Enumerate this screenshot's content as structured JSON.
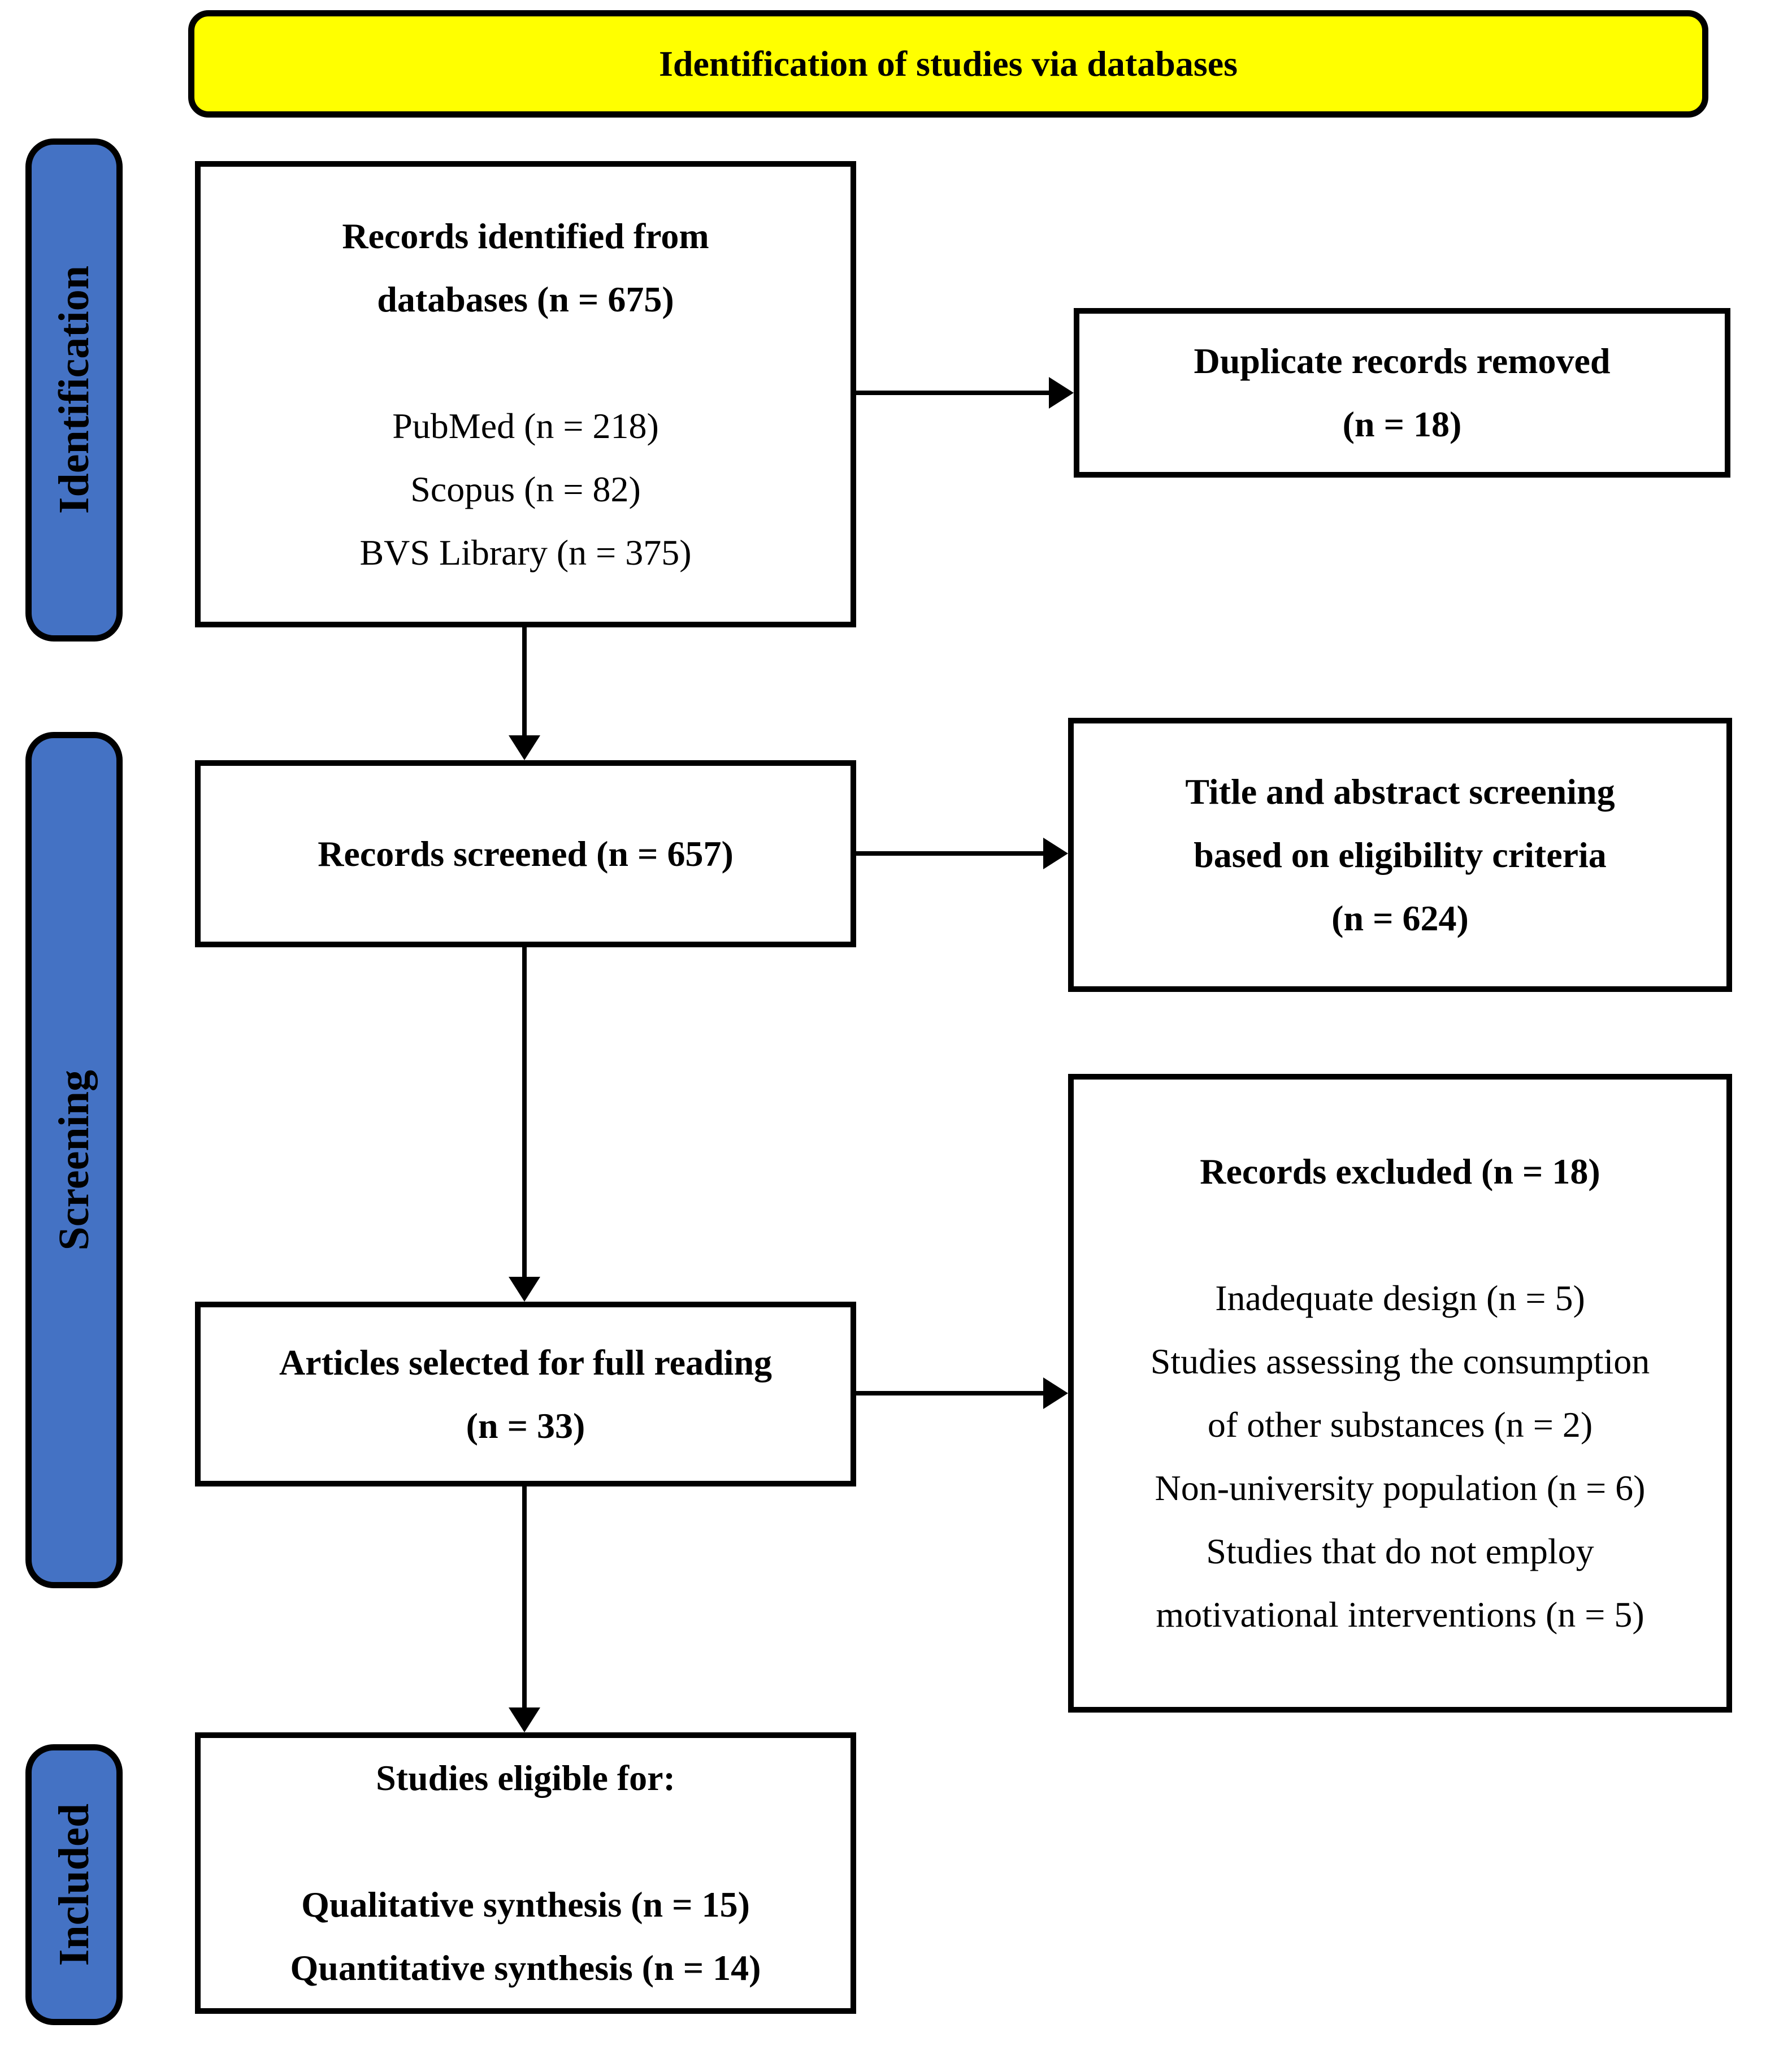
{
  "colors": {
    "header_bg": "#FFFF00",
    "stage_label_bg": "#4472C4",
    "border": "#000000",
    "box_bg": "#FFFFFF",
    "text": "#000000"
  },
  "header": {
    "title": "Identification of studies via databases"
  },
  "stages": {
    "identification": {
      "label": "Identification"
    },
    "screening": {
      "label": "Screening"
    },
    "included": {
      "label": "Included"
    }
  },
  "boxes": {
    "records_identified": {
      "lines": [
        {
          "text": "Records identified from",
          "bold": true
        },
        {
          "text": "databases (n = 675)",
          "bold": true
        },
        {
          "text": "",
          "bold": false
        },
        {
          "text": "PubMed (n = 218)",
          "bold": false
        },
        {
          "text": "Scopus (n = 82)",
          "bold": false
        },
        {
          "text": "BVS Library (n = 375)",
          "bold": false
        }
      ]
    },
    "duplicates_removed": {
      "lines": [
        {
          "text": "Duplicate records removed",
          "bold": true
        },
        {
          "text": "(n = 18)",
          "bold": true
        }
      ]
    },
    "records_screened": {
      "lines": [
        {
          "text": "Records screened (n = 657)",
          "bold": true
        }
      ]
    },
    "title_abstract_screening": {
      "lines": [
        {
          "text": "Title and abstract screening",
          "bold": true
        },
        {
          "text": "based on eligibility criteria",
          "bold": true
        },
        {
          "text": "(n = 624)",
          "bold": true
        }
      ]
    },
    "full_reading": {
      "lines": [
        {
          "text": "Articles selected for full reading",
          "bold": true
        },
        {
          "text": "(n = 33)",
          "bold": true
        }
      ]
    },
    "records_excluded": {
      "lines": [
        {
          "text": "Records excluded (n = 18)",
          "bold": true
        },
        {
          "text": "",
          "bold": false
        },
        {
          "text": "Inadequate design (n = 5)",
          "bold": false
        },
        {
          "text": "Studies assessing the consumption",
          "bold": false
        },
        {
          "text": "of other substances (n = 2)",
          "bold": false
        },
        {
          "text": "Non-university population (n = 6)",
          "bold": false
        },
        {
          "text": "Studies that do not employ",
          "bold": false
        },
        {
          "text": "motivational interventions (n = 5)",
          "bold": false
        }
      ]
    },
    "studies_eligible": {
      "lines": [
        {
          "text": "Studies eligible for:",
          "bold": true
        },
        {
          "text": "",
          "bold": false
        },
        {
          "text": "Qualitative synthesis (n = 15)",
          "bold": true
        },
        {
          "text": "Quantitative synthesis (n = 14)",
          "bold": true
        }
      ]
    }
  }
}
